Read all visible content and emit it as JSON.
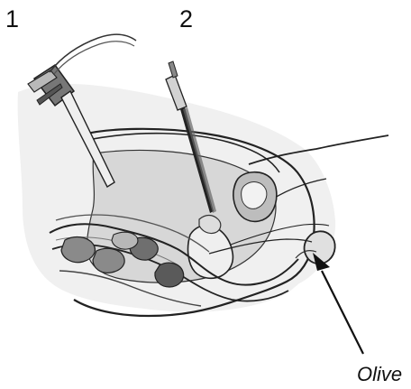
{
  "labels": {
    "instrument_1": "1",
    "instrument_2": "2",
    "olive": "Olive"
  },
  "colors": {
    "ink": "#222222",
    "shade": "#cfcfcf",
    "shade_light": "#e6e6e6",
    "shade_dark": "#8a8a8a"
  },
  "icons": {
    "arrow": "arrow-to-olive-icon",
    "instrument_1": "endoscope-instrument-icon",
    "instrument_2": "needle-instrument-icon"
  }
}
